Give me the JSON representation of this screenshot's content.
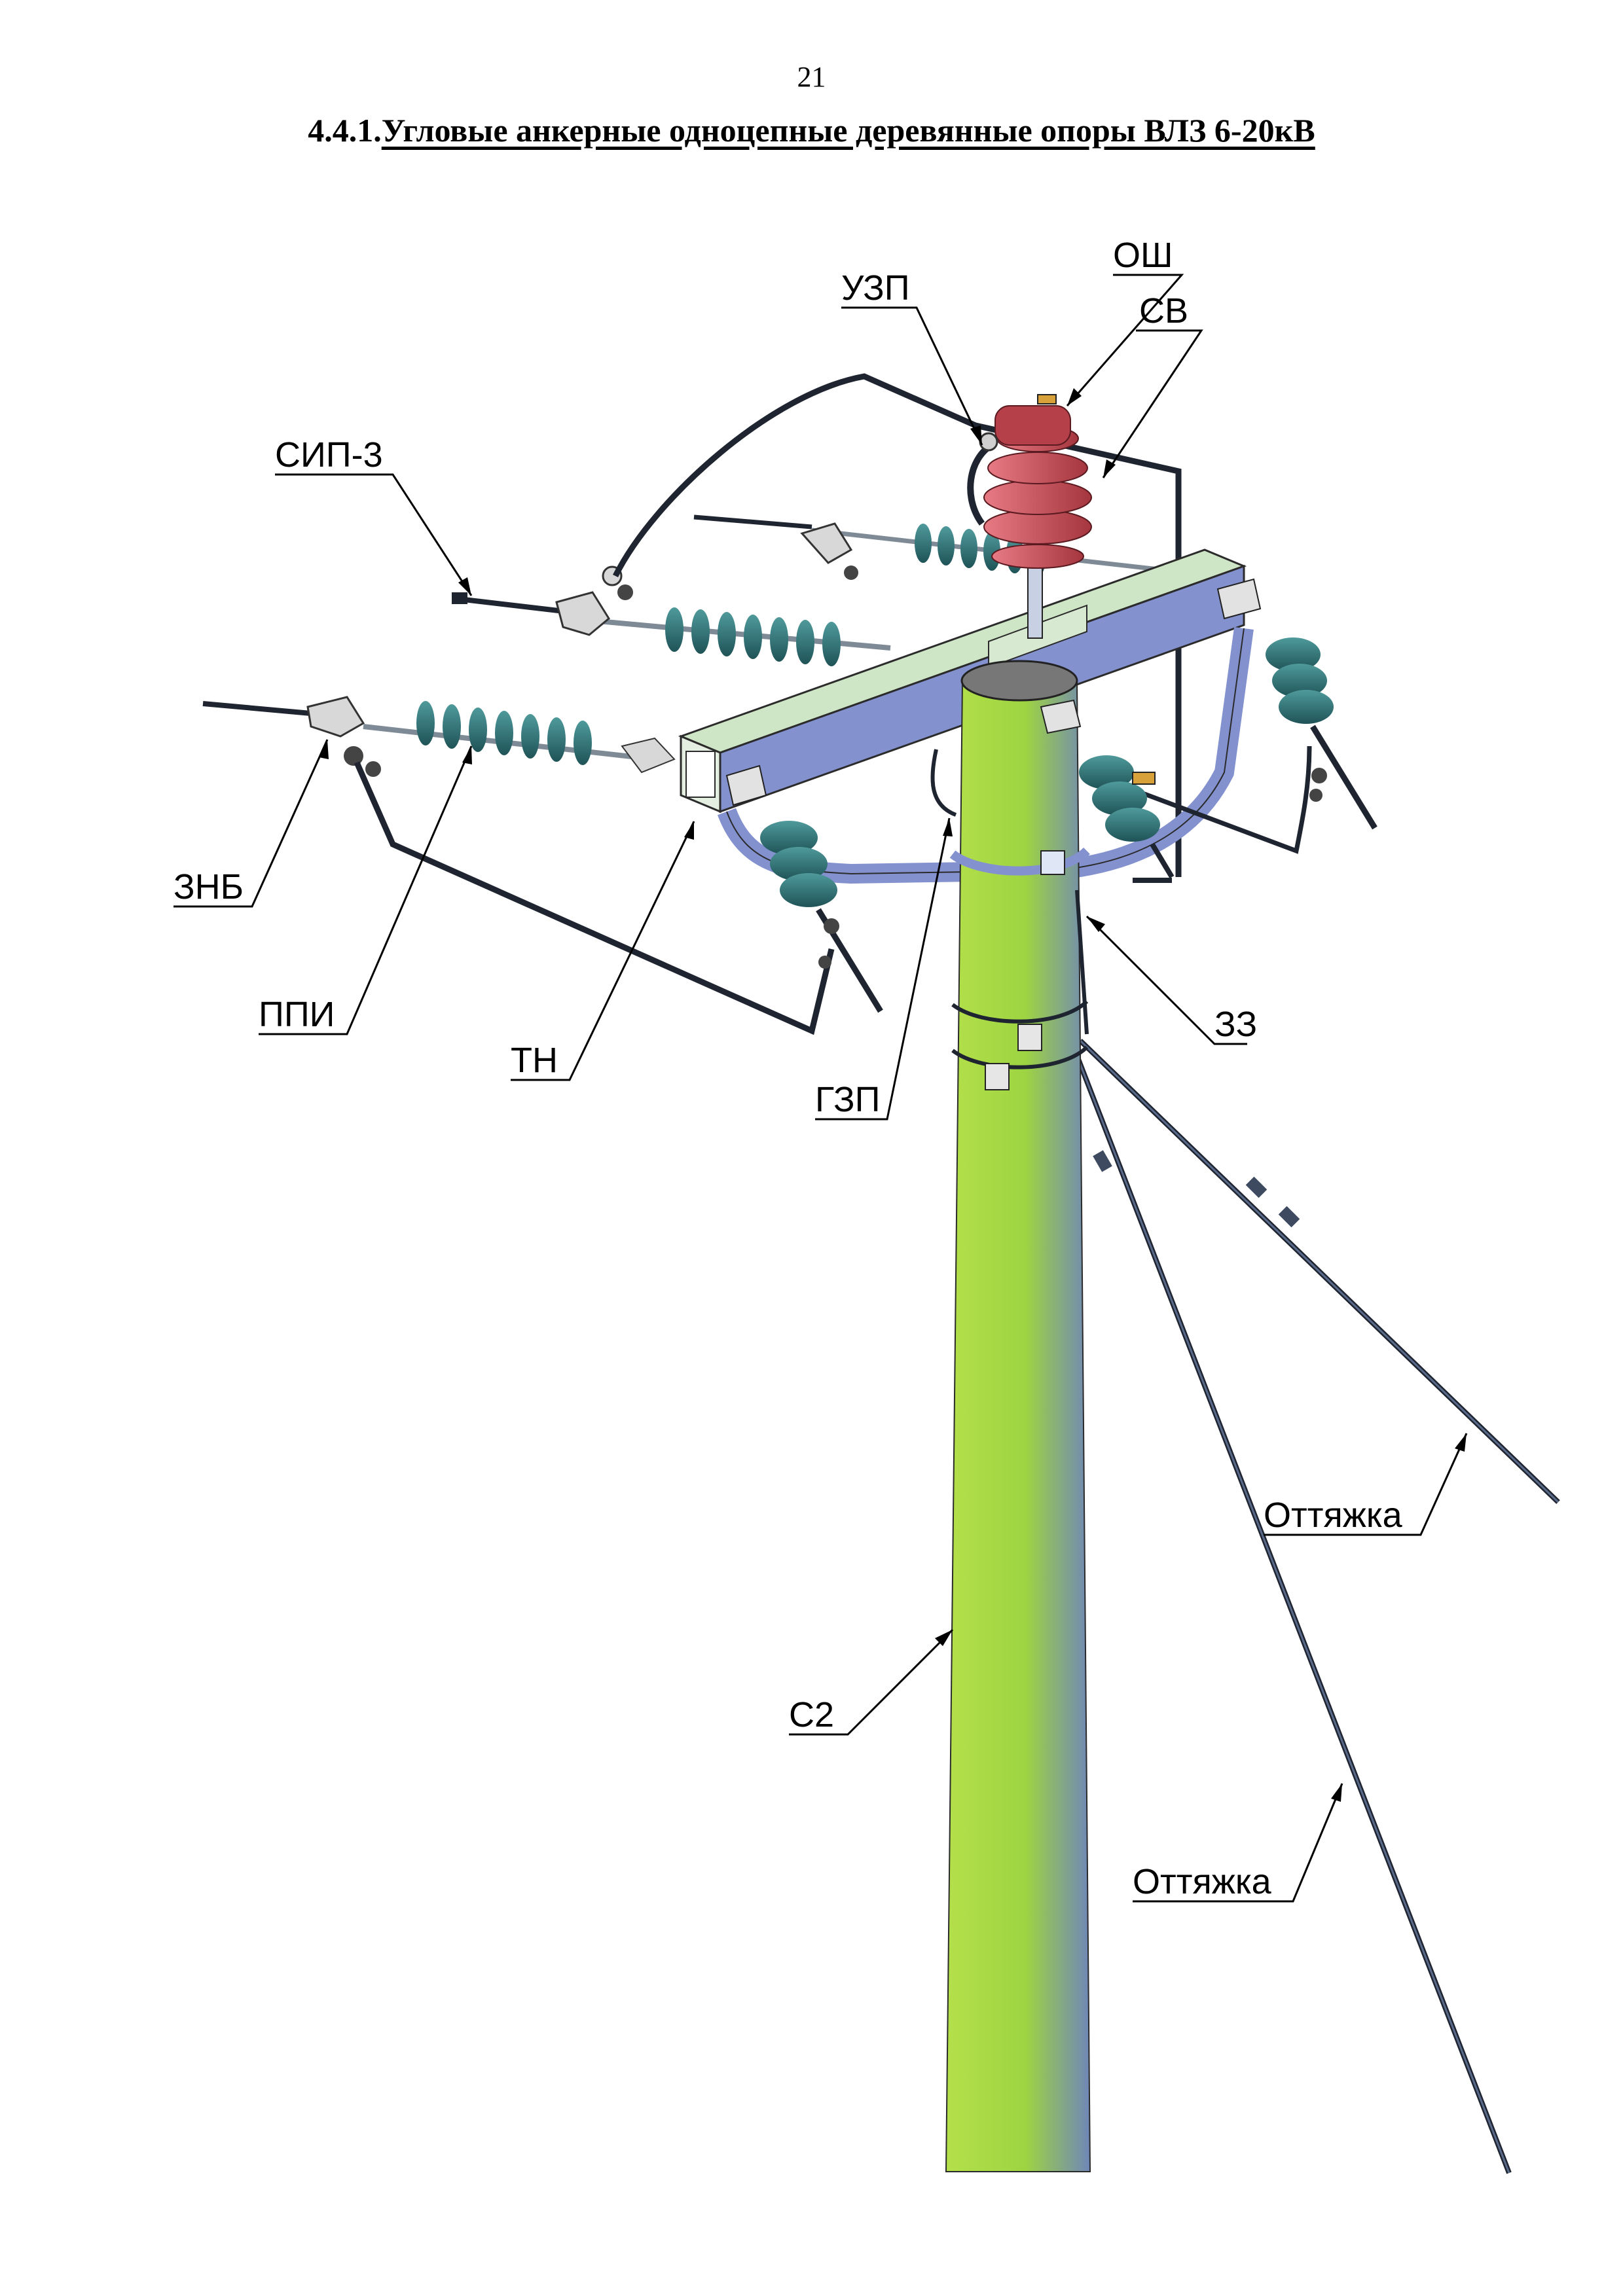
{
  "page_number": "21",
  "section": {
    "number": "4.4.1.",
    "title": "Угловые анкерные одноцепные деревянные опоры ВЛЗ 6-20кВ"
  },
  "labels": {
    "uzp": "УЗП",
    "osh": "ОШ",
    "sv": "СВ",
    "sip3": "СИП-3",
    "znb": "ЗНБ",
    "ppi": "ППИ",
    "tn": "ТН",
    "gzp": "ГЗП",
    "zz": "ЗЗ",
    "guy_1": "Оттяжка",
    "c2": "С2",
    "guy_2": "Оттяжка"
  },
  "colors": {
    "pole_light": "#b4e04a",
    "pole_dark": "#6f86b8",
    "crossarm_top": "#cfe6c6",
    "crossarm_front": "#8391cf",
    "insulator": "#2f6f73",
    "surge_arrester": "#c9545d",
    "wire": "#1e2430"
  }
}
